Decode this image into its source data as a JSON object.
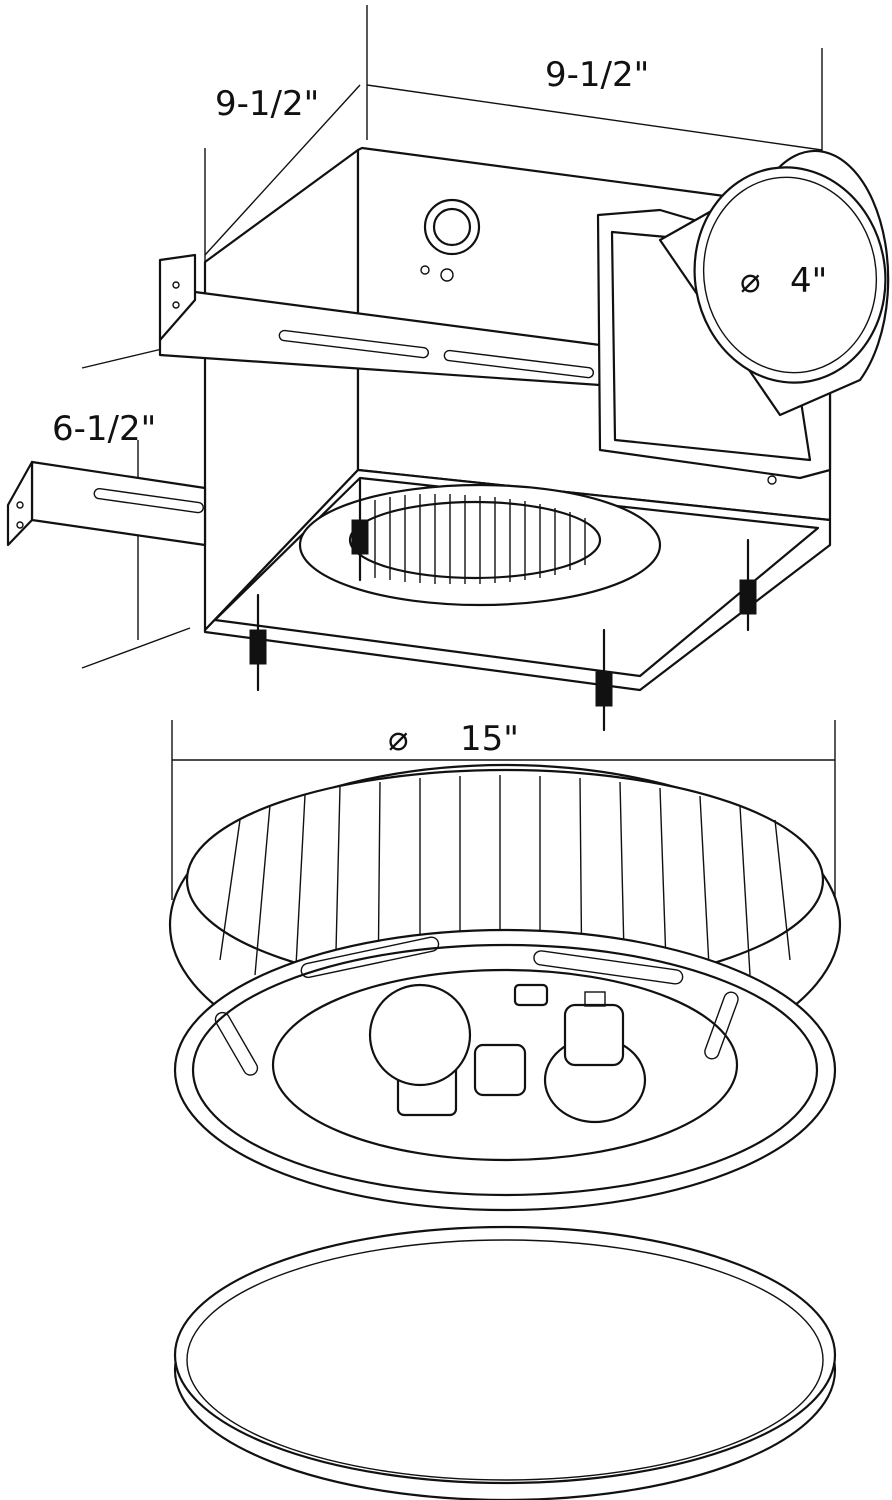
{
  "dimensions": {
    "depth": "9-1/2\"",
    "width": "9-1/2\"",
    "height": "6-1/2\"",
    "duct_diameter": "4\"",
    "grille_diameter": "15\""
  },
  "symbols": {
    "diameter": "⌀"
  },
  "colors": {
    "line": "#111111",
    "background": "#ffffff"
  }
}
